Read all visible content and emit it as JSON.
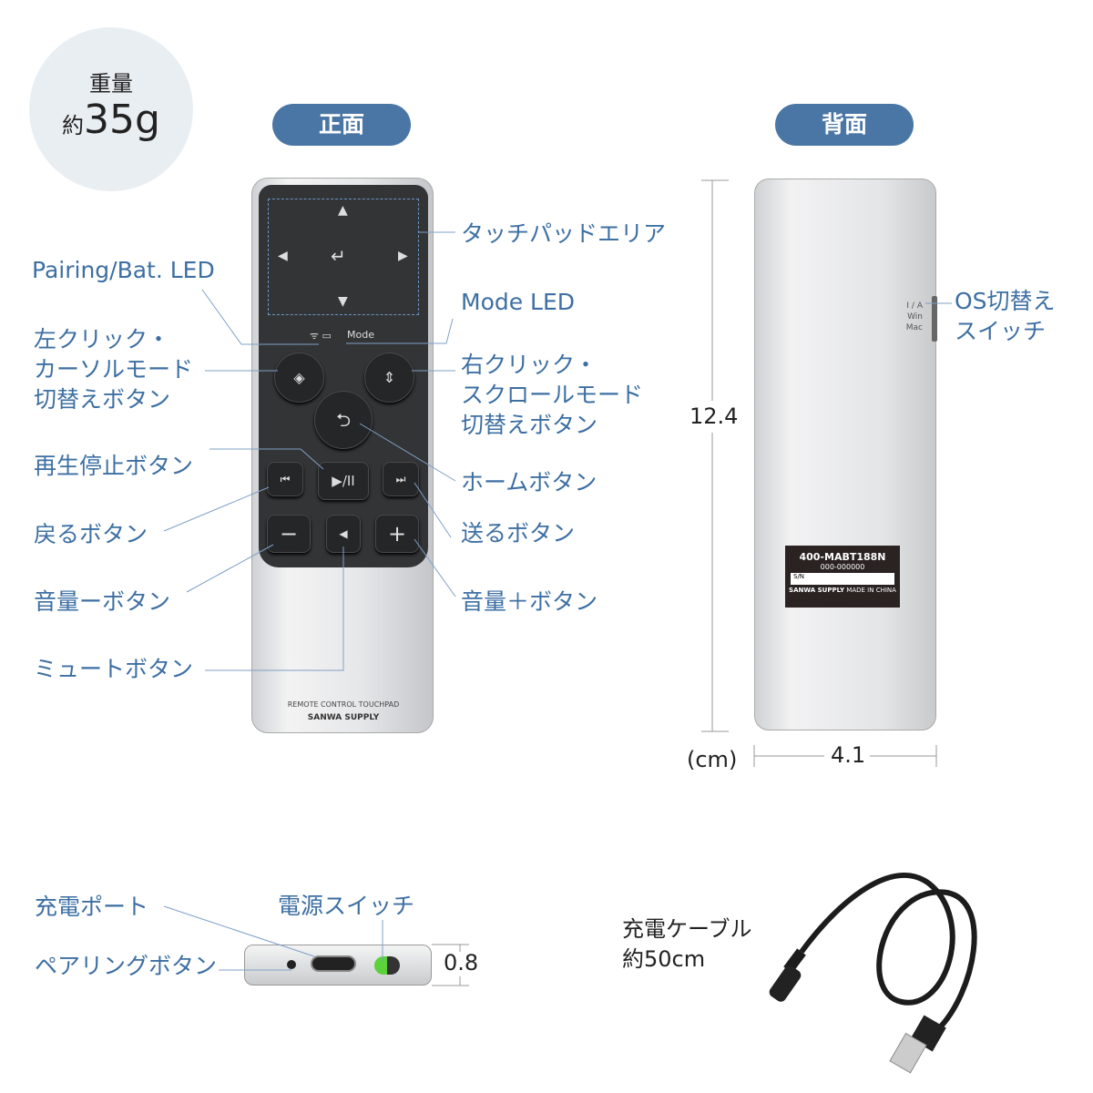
{
  "weight": {
    "title": "重量",
    "prefix": "約",
    "value": "35g"
  },
  "badges": {
    "front": "正面",
    "back": "背面"
  },
  "front_labels": {
    "touchpad": "タッチパッドエリア",
    "pairing_led": "Pairing/Bat. LED",
    "mode_led": "Mode LED",
    "left_click": [
      "左クリック・",
      "カーソルモード",
      "切替えボタン"
    ],
    "right_click": [
      "右クリック・",
      "スクロールモード",
      "切替えボタン"
    ],
    "play": "再生停止ボタン",
    "home": "ホームボタン",
    "prev": "戻るボタン",
    "next": "送るボタン",
    "vol_down": "音量ーボタン",
    "vol_up": "音量＋ボタン",
    "mute": "ミュートボタン"
  },
  "remote": {
    "mode_text": "Mode",
    "model_text": "REMOTE CONTROL TOUCHPAD",
    "brand": "SANWA SUPPLY"
  },
  "back": {
    "switch_positions": [
      "I / A",
      "Win",
      "Mac"
    ],
    "os_switch": [
      "OS切替え",
      "スイッチ"
    ],
    "plate": {
      "model": "400-MABT188N",
      "cert": "000-000000",
      "sn": "S/N",
      "brand": "SANWA SUPPLY",
      "origin": "MADE IN CHINA"
    }
  },
  "dimensions": {
    "height": "12.4",
    "width": "4.1",
    "unit": "(cm)",
    "thickness": "0.8"
  },
  "bottom": {
    "charge_port": "充電ポート",
    "power_switch": "電源スイッチ",
    "pairing_button": "ペアリングボタン"
  },
  "cable": {
    "title": "充電ケーブル",
    "length": "約50cm"
  },
  "colors": {
    "label": "#3d6fa3",
    "badge": "#4a76a5"
  }
}
